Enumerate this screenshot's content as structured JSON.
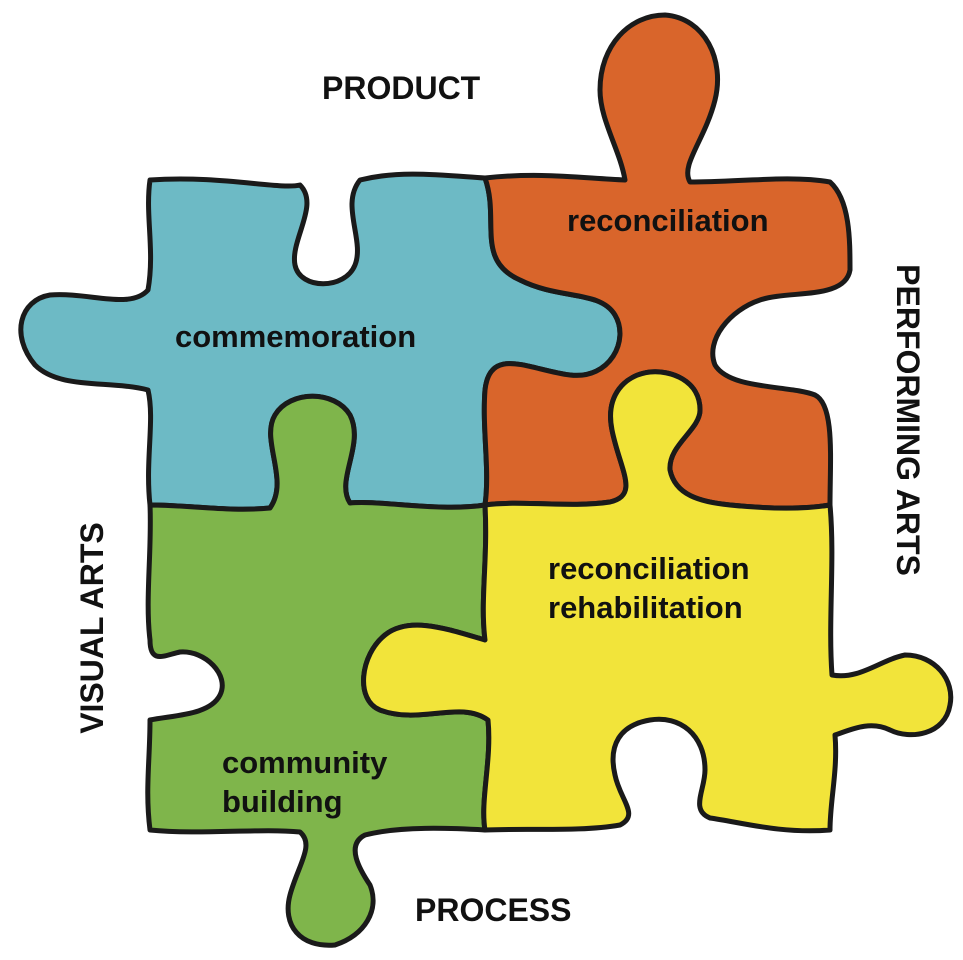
{
  "axes": {
    "top": "PRODUCT",
    "bottom": "PROCESS",
    "left": "VISUAL ARTS",
    "right": "PERFORMING ARTS"
  },
  "pieces": {
    "blue": {
      "color": "#6dbac5",
      "lines": [
        "commemoration"
      ]
    },
    "orange": {
      "color": "#d9652b",
      "lines": [
        "reconciliation"
      ]
    },
    "green": {
      "color": "#7fb54b",
      "lines": [
        "community",
        "building"
      ]
    },
    "yellow": {
      "color": "#f2e43a",
      "lines": [
        "reconciliation",
        "rehabilitation"
      ]
    }
  }
}
